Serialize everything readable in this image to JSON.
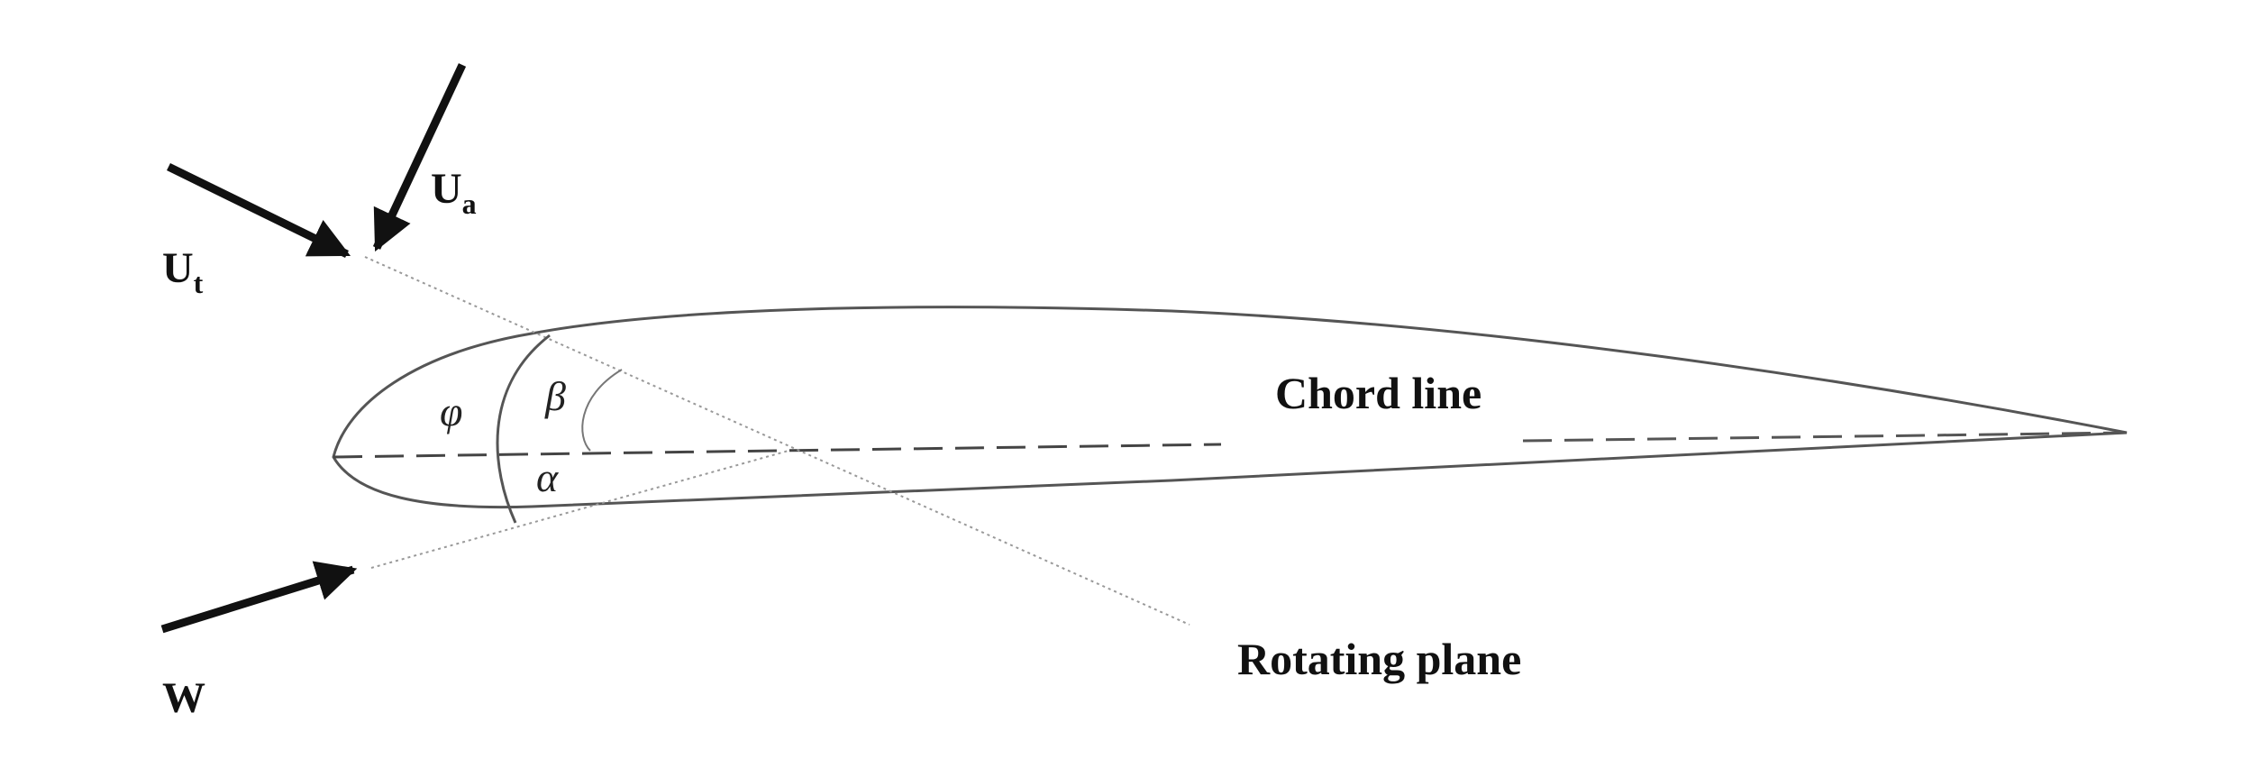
{
  "diagram": {
    "labels": {
      "ua_main": "U",
      "ua_sub": "a",
      "ut_main": "U",
      "ut_sub": "t",
      "w": "W",
      "chord_line": "Chord line",
      "rotating_plane": "Rotating plane",
      "phi": "φ",
      "beta": "β",
      "alpha": "α"
    },
    "colors": {
      "outline": "#555555",
      "arrow": "#111111",
      "dashed": "#444444",
      "dotted": "#999999"
    }
  }
}
